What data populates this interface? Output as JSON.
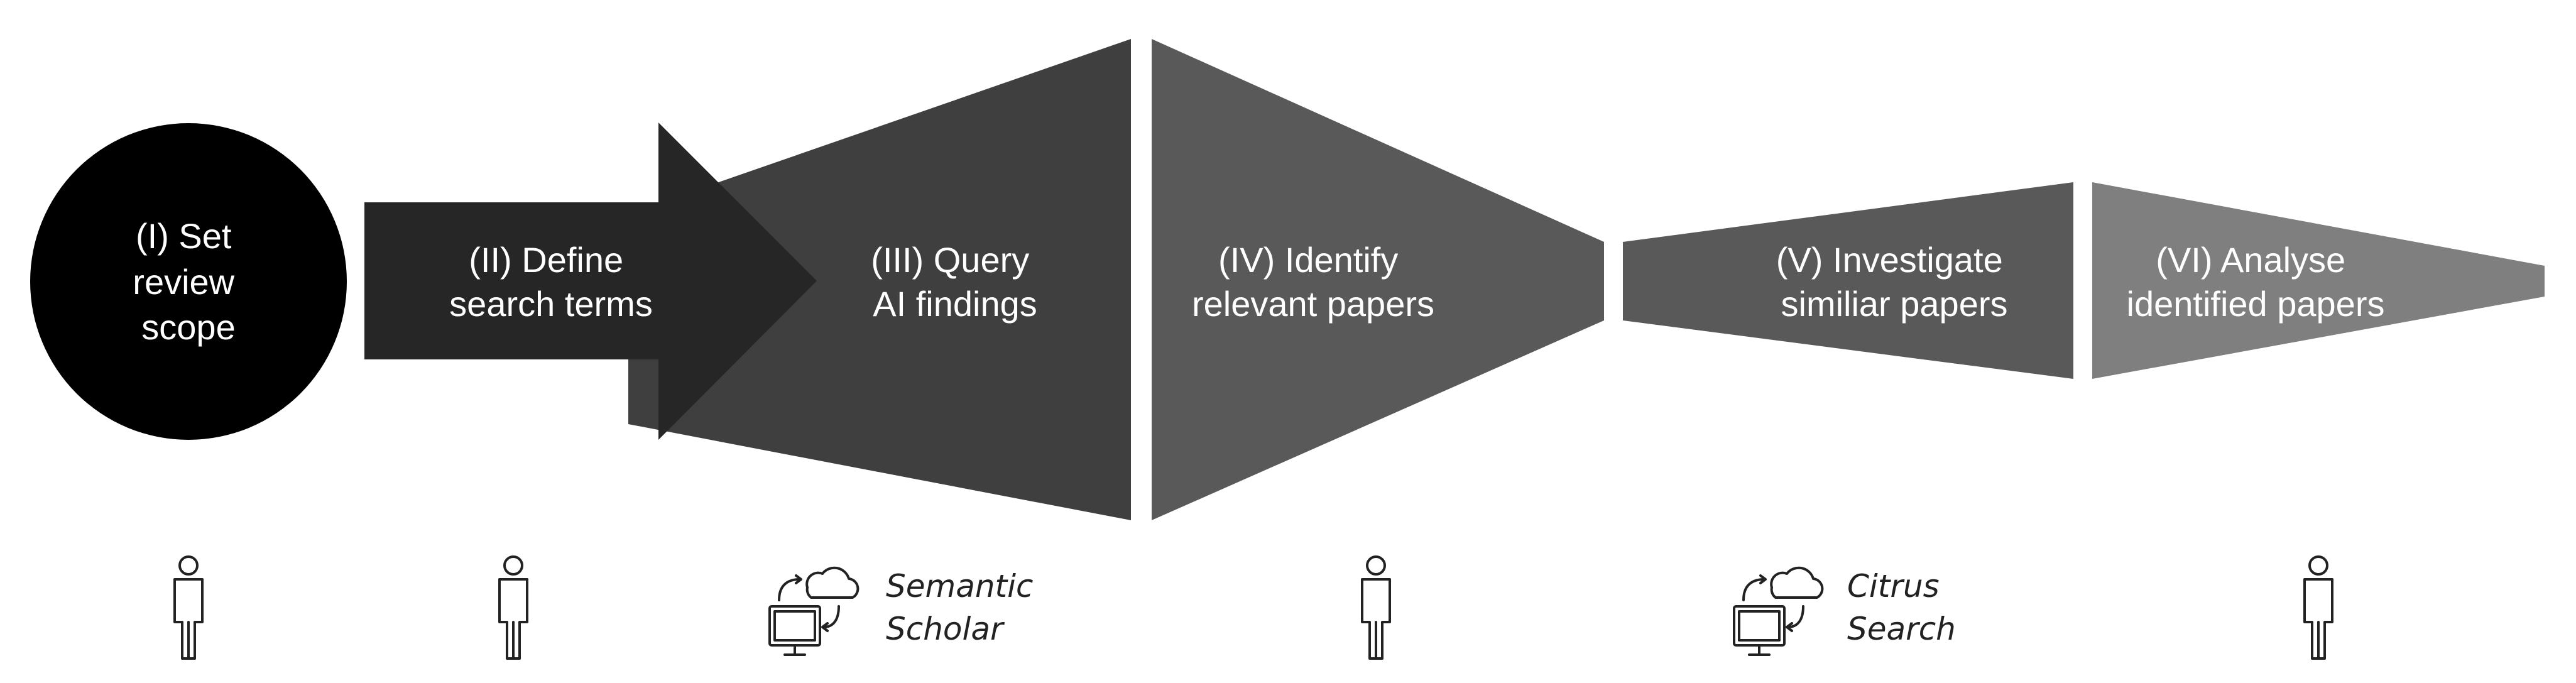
{
  "stages": [
    {
      "id": "I",
      "lines": [
        "(I) Set",
        "review",
        "scope"
      ],
      "actor": "person-icon"
    },
    {
      "id": "II",
      "lines": [
        "(II) Define",
        "search terms"
      ],
      "actor": "person-icon"
    },
    {
      "id": "III",
      "lines": [
        "(III) Query",
        "AI findings"
      ],
      "actor": "computer-cloud-icon",
      "tool_lines": [
        "Semantic",
        "Scholar"
      ]
    },
    {
      "id": "IV",
      "lines": [
        "(IV) Identify",
        "relevant papers"
      ],
      "actor": "person-icon"
    },
    {
      "id": "V",
      "lines": [
        "(V) Investigate",
        "similiar papers"
      ],
      "actor": "computer-cloud-icon",
      "tool_lines": [
        "Citrus",
        "Search"
      ]
    },
    {
      "id": "VI",
      "lines": [
        "(VI) Analyse",
        "identified papers"
      ],
      "actor": "person-icon"
    }
  ],
  "colors": {
    "stage1": "#000000",
    "stage2": "#262626",
    "stage3": "#3f3f3f",
    "stage4": "#595959",
    "stage5": "#595959",
    "stage6": "#7f7f7f",
    "text": "#ffffff",
    "icon": "#222222"
  }
}
